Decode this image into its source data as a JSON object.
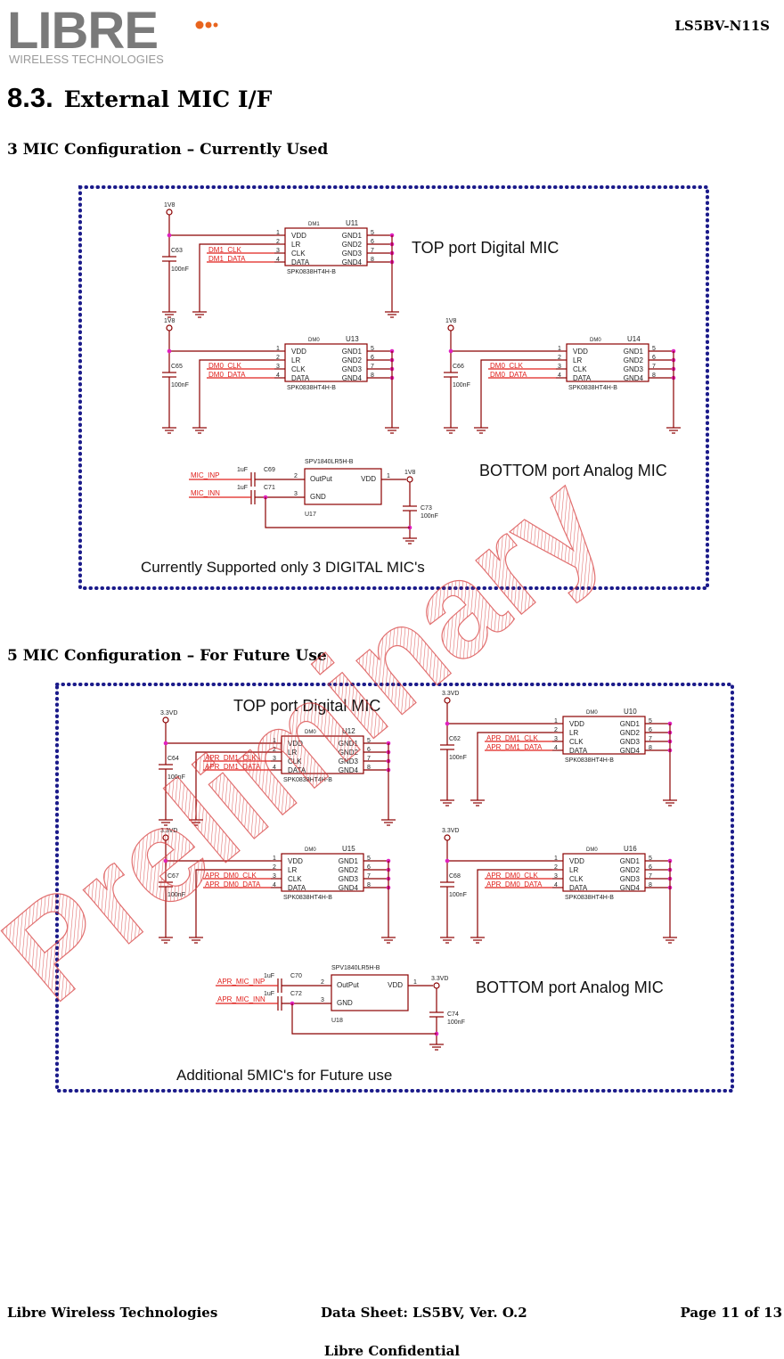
{
  "header": {
    "logo_text": "LIBRE",
    "logo_tagline": "WIRELESS TECHNOLOGIES",
    "doc_id": "LS5BV-N11S"
  },
  "section": {
    "number": "8.3.",
    "title": "External MIC I/F"
  },
  "config_current": {
    "heading": "3 MIC Configuration – Currently Used",
    "top_label": "TOP port Digital MIC",
    "bottom_label": "BOTTOM port Analog MIC",
    "caption": "Currently Supported only 3 DIGITAL MIC's",
    "supply": "1V8",
    "mics": [
      {
        "ref": "U11",
        "part": "SPK0838HT4H-B",
        "bus": "DM1",
        "clk": "DM1_CLK",
        "data": "DM1_DATA",
        "cap": "C63",
        "cap_val": "100nF"
      },
      {
        "ref": "U13",
        "part": "SPK0838HT4H-B",
        "bus": "DM0",
        "clk": "DM0_CLK",
        "data": "DM0_DATA",
        "cap": "C65",
        "cap_val": "100nF"
      },
      {
        "ref": "U14",
        "part": "SPK0838HT4H-B",
        "bus": "DM0",
        "clk": "DM0_CLK",
        "data": "DM0_DATA",
        "cap": "C66",
        "cap_val": "100nF"
      }
    ],
    "analog": {
      "ref": "U17",
      "part": "SPV1840LR5H-B",
      "inp": "MIC_INP",
      "inn": "MIC_INN",
      "c1": "C69",
      "c2": "C71",
      "c_val": "1uF",
      "cdec": "C73",
      "cdec_val": "100nF"
    }
  },
  "config_future": {
    "heading": "5 MIC Configuration – For Future Use",
    "top_label": "TOP port Digital MIC",
    "bottom_label": "BOTTOM port Analog MIC",
    "caption": "Additional 5MIC's for Future use",
    "supply": "3.3VD",
    "mics": [
      {
        "ref": "U12",
        "part": "SPK0838HT4H-B",
        "bus": "DM0",
        "clk": "APR_DM1_CLK",
        "data": "APR_DM1_DATA",
        "cap": "C64",
        "cap_val": "100nF"
      },
      {
        "ref": "U10",
        "part": "SPK0838HT4H-B",
        "bus": "DM0",
        "clk": "APR_DM1_CLK",
        "data": "APR_DM1_DATA",
        "cap": "C62",
        "cap_val": "100nF"
      },
      {
        "ref": "U15",
        "part": "SPK0838HT4H-B",
        "bus": "DM0",
        "clk": "APR_DM0_CLK",
        "data": "APR_DM0_DATA",
        "cap": "C67",
        "cap_val": "100nF"
      },
      {
        "ref": "U16",
        "part": "SPK0838HT4H-B",
        "bus": "DM0",
        "clk": "APR_DM0_CLK",
        "data": "APR_DM0_DATA",
        "cap": "C68",
        "cap_val": "100nF"
      }
    ],
    "analog": {
      "ref": "U18",
      "part": "SPV1840LR5H-B",
      "inp": "APR_MIC_INP",
      "inn": "APR_MIC_INN",
      "c1": "C70",
      "c2": "C72",
      "c_val": "1uF",
      "cdec": "C74",
      "cdec_val": "100nF"
    }
  },
  "pin_names": {
    "vdd": "VDD",
    "lr": "LR",
    "clk": "CLK",
    "data": "DATA",
    "gnd1": "GND1",
    "gnd2": "GND2",
    "gnd3": "GND3",
    "gnd4": "GND4",
    "output": "OutPut",
    "gnd": "GND",
    "n1": "1",
    "n2": "2",
    "n3": "3",
    "n4": "4",
    "n5": "5",
    "n6": "6",
    "n7": "7",
    "n8": "8"
  },
  "watermark": "Preliminary",
  "footer": {
    "company": "Libre Wireless Technologies",
    "sheet": "Data Sheet: LS5BV, Ver. O.2",
    "page": "Page 11 of 13",
    "confidential": "Libre Confidential"
  },
  "colors": {
    "wire": "#8b0000",
    "net_label": "#e0201c",
    "node": "#e020c0",
    "frame": "#1a1a8a",
    "logo": "#7a7a7a",
    "logo_dots": "#e8641e",
    "watermark": "#d84040"
  }
}
